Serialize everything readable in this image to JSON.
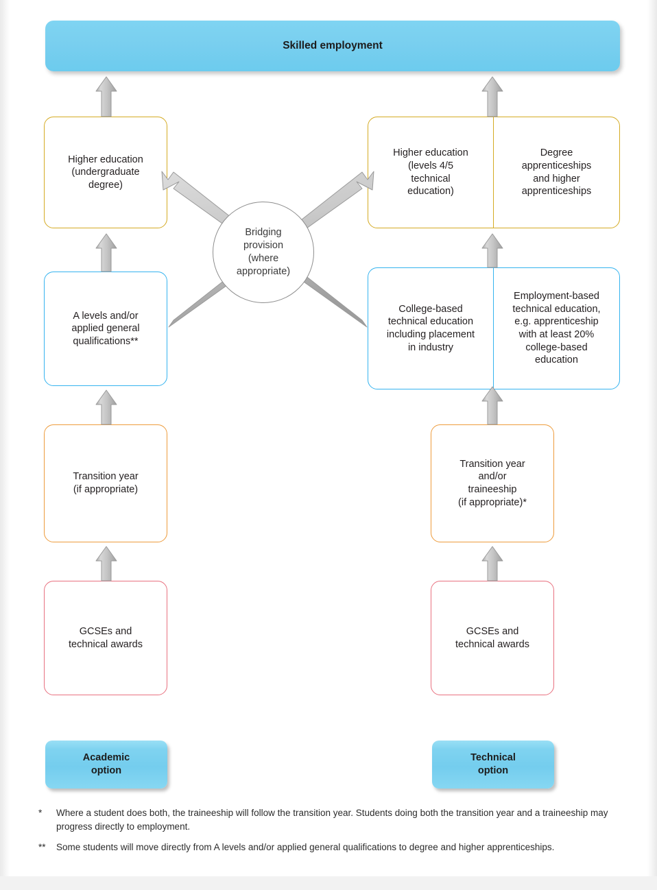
{
  "diagram": {
    "title_banner": {
      "label": "Skilled employment"
    },
    "bridging": {
      "label": "Bridging\nprovision\n(where\nappropriate)"
    },
    "academic_column": {
      "higher_education": "Higher education\n(undergraduate\ndegree)",
      "level3": "A levels and/or\napplied general\nqualifications**",
      "transition": "Transition year\n(if appropriate)",
      "entry": "GCSEs and\ntechnical awards",
      "badge": "Academic\noption"
    },
    "technical_column": {
      "higher_education_left": "Higher education\n(levels 4/5\ntechnical\neducation)",
      "higher_education_right": "Degree\napprenticeships\nand higher\napprenticeships",
      "level3_left": "College-based\ntechnical education\nincluding placement\nin industry",
      "level3_right": "Employment-based\ntechnical education,\ne.g. apprenticeship\nwith at least 20%\ncollege-based\neducation",
      "transition": "Transition year\nand/or\ntraineeship\n(if appropriate)*",
      "entry": "GCSEs and\ntechnical awards",
      "badge": "Technical\noption"
    },
    "footnotes": [
      {
        "mark": "*",
        "text": "Where a student does both, the traineeship will follow the transition year. Students doing both the transition year and a traineeship may progress directly to employment."
      },
      {
        "mark": "**",
        "text": "Some students will move directly from A levels and/or applied general qualifications to degree and higher apprenticeships."
      }
    ],
    "colors": {
      "banner_blue": "#7fd4f2",
      "higher_education_border": "#d4aa22",
      "level3_border": "#34b3ef",
      "transition_border": "#ed9b3b",
      "entry_border": "#e8707f",
      "arrow_gray": "#bfbfbf",
      "arrow_stroke": "#9a9a9a"
    }
  }
}
